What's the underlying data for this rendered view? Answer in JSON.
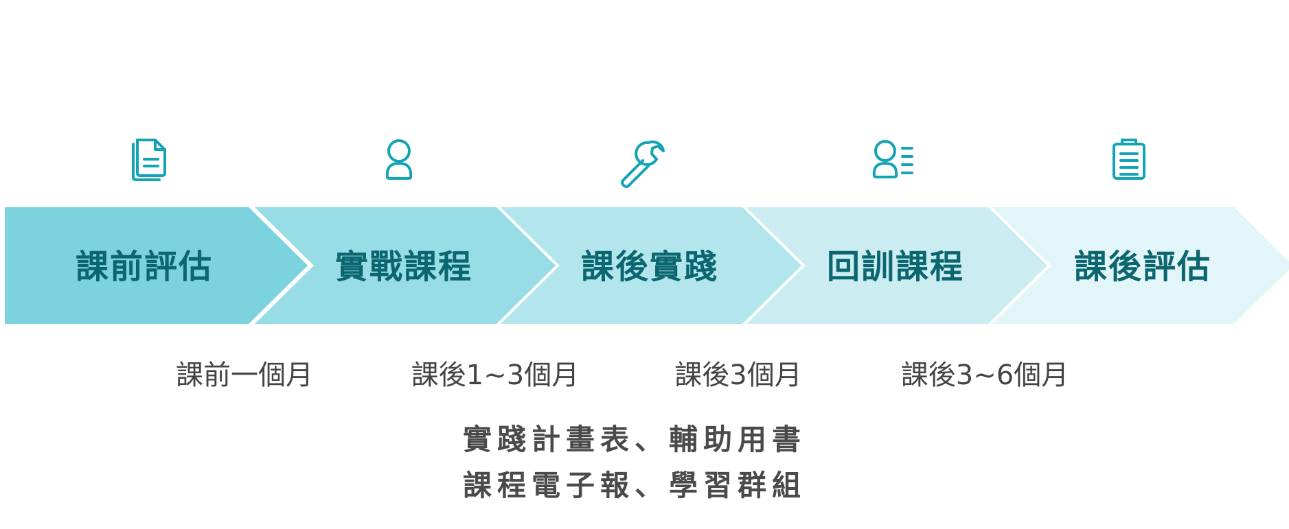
{
  "colors": {
    "icon": "#12a4b4",
    "label": "#0b6670",
    "timing_text": "#444444",
    "support_text": "#4a4a4a",
    "chevron_fills": [
      "#7dd3dd",
      "#98dde5",
      "#b3e6ec",
      "#cbedf2",
      "#e2f5f8"
    ]
  },
  "steps": [
    {
      "label": "課前評估",
      "icon": "documents-icon"
    },
    {
      "label": "實戰課程",
      "icon": "person-icon"
    },
    {
      "label": "課後實踐",
      "icon": "wrench-icon"
    },
    {
      "label": "回訓課程",
      "icon": "person-list-icon"
    },
    {
      "label": "課後評估",
      "icon": "clipboard-icon"
    }
  ],
  "timings": [
    "課前一個月",
    "課後1~3個月",
    "課後3個月",
    "課後3~6個月"
  ],
  "support": {
    "line1": "實踐計畫表、輔助用書",
    "line2": "課程電子報、學習群組"
  }
}
